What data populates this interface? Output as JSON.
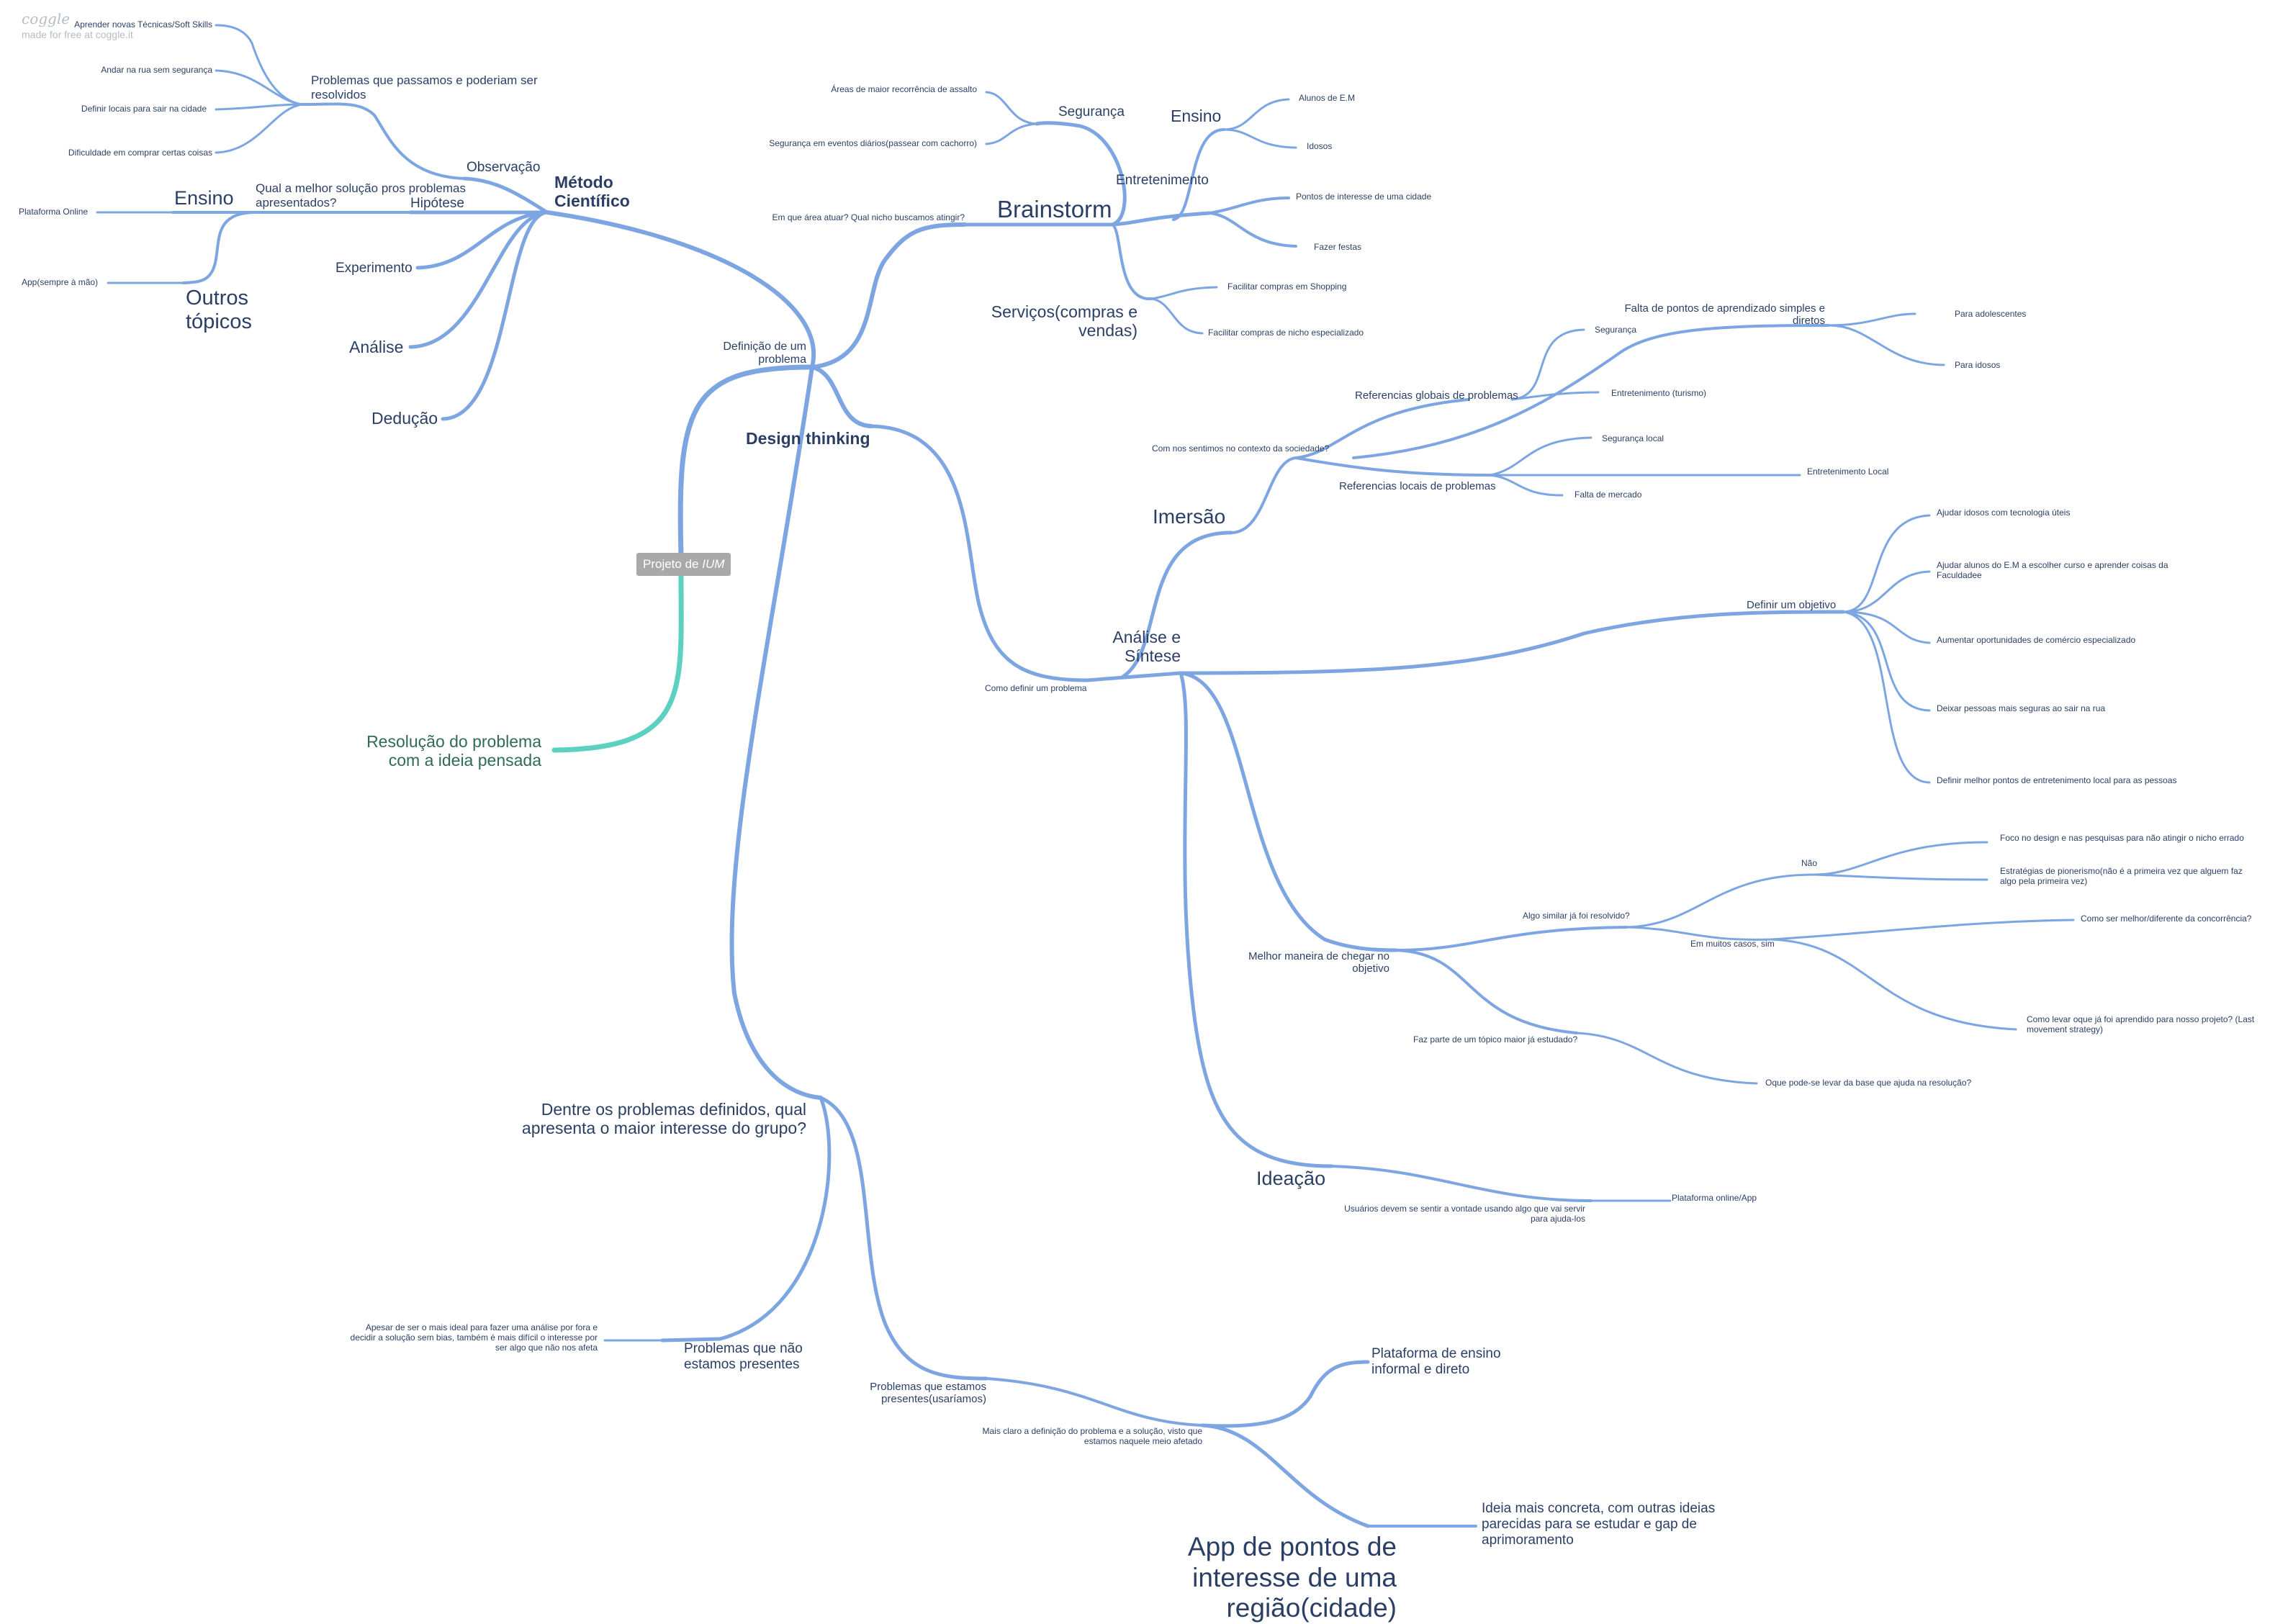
{
  "brand": {
    "logo": "coggle",
    "tagline": "made for free at coggle.it"
  },
  "root": {
    "prefix": "Projeto de ",
    "em": "IUM"
  },
  "colors": {
    "branch": "#7ca5e2",
    "teal_branch": "#5dd1bf",
    "root_box": "#a9a9a9",
    "text": "#2b3f66",
    "teal_text": "#2f6b57"
  },
  "nodes": {
    "definicao": "Definição de um problema",
    "metodo": "Método Científico",
    "observacao": "Observação",
    "problemas_passamos": "Problemas que passamos e poderiam ser resolvidos",
    "aprender_tecnicas": "Aprender novas Técnicas/Soft Skills",
    "andar_rua": "Andar na rua sem segurança",
    "definir_locais": "Definir locais para sair na cidade",
    "dificuldade_compras": "Dificuldade em comprar certas coisas",
    "hipotese": "Hipótese",
    "qual_melhor": "Qual a melhor solução pros problemas apresentados?",
    "ensino_left": "Ensino",
    "plataforma_online": "Plataforma Online",
    "outros_topicos": "Outros tópicos",
    "app_sempre": "App(sempre à mão)",
    "experimento": "Experimento",
    "analise": "Análise",
    "deducao": "Dedução",
    "em_que_area": "Em que área atuar? Qual nicho buscamos atingir?",
    "brainstorm": "Brainstorm",
    "seguranca_bs": "Segurança",
    "areas_maior": "Áreas de maior recorrência de assalto",
    "seguranca_eventos": "Segurança em eventos diários(passear com cachorro)",
    "entretenimento": "Entretenimento",
    "ensino_bs": "Ensino",
    "alunos_em": "Alunos de E.M",
    "idosos": "Idosos",
    "pontos_interesse": "Pontos de interesse de uma cidade",
    "fazer_festas": "Fazer festas",
    "servicos": "Serviços(compras e vendas)",
    "facilitar_shopping": "Facilitar compras em Shopping",
    "facilitar_nicho": "Facilitar compras de nicho especializado",
    "design_thinking": "Design thinking",
    "como_definir": "Como definir um problema",
    "analise_sintese": "Análise e Síntese",
    "imersao": "Imersão",
    "com_nos_sentimos": "Com nos sentimos no contexto da sociedade?",
    "ref_globais": "Referencias globais de problemas",
    "seguranca_global": "Segurança",
    "falta_pontos": "Falta de pontos de aprendizado simples e diretos",
    "para_adolescentes": "Para adolescentes",
    "para_idosos": "Para idosos",
    "entretenimento_turismo": "Entretenimento (turismo)",
    "ref_locais": "Referencias locais de problemas",
    "seguranca_local": "Segurança local",
    "entretenimento_local": "Entretenimento Local",
    "falta_mercado": "Falta de mercado",
    "definir_objetivo": "Definir um objetivo",
    "ajudar_idosos": "Ajudar idosos com tecnologia úteis",
    "ajudar_alunos": "Ajudar alunos do E.M a escolher curso e aprender coisas da Faculdadee",
    "aumentar_oportunidades": "Aumentar oportunidades de comércio especializado",
    "deixar_pessoas": "Deixar pessoas mais seguras ao sair na rua",
    "definir_melhor": "Definir melhor pontos de entretenimento local para as pessoas",
    "melhor_maneira": "Melhor maneira de chegar no objetivo",
    "algo_similar": "Algo similar já foi resolvido?",
    "nao": "Não",
    "foco_design": "Foco no design e nas pesquisas para não atingir o nicho errado",
    "estrategias": "Estratégias de pionerismo(não é a primeira vez que alguem faz algo pela primeira vez)",
    "em_muitos": "Em muitos casos, sim",
    "como_ser_melhor": "Como ser melhor/diferente da concorrência?",
    "como_levar": "Como levar oque já foi aprendido para nosso projeto? (Last movement strategy)",
    "faz_parte": "Faz parte de um tópico maior já estudado?",
    "oque_pode": "Oque pode-se levar da base que ajuda na resolução?",
    "ideacao": "Ideação",
    "usuarios_devem": "Usuários devem se sentir a vontade usando algo que vai servir para ajuda-los",
    "plataforma_online_app": "Plataforma online/App",
    "dentre": "Dentre os problemas definidos, qual apresenta o maior interesse do grupo?",
    "problemas_nao": "Problemas que não estamos presentes",
    "apesar": "Apesar de ser o mais ideal para fazer uma análise por fora e decidir a solução sem bias, também é mais difícil o interesse por ser algo que não nos afeta",
    "problemas_presentes": "Problemas que estamos presentes(usaríamos)",
    "mais_claro": "Mais claro a definição do problema e a solução, visto que estamos naquele meio afetado",
    "plataforma_ensino": "Plataforma de ensino informal e direto",
    "app_pontos": "App de pontos de interesse de uma região(cidade)",
    "ideia_concreta": "Ideia mais concreta, com outras ideias parecidas para se estudar e gap de aprimoramento",
    "resolucao": "Resolução do problema com a ideia pensada"
  }
}
